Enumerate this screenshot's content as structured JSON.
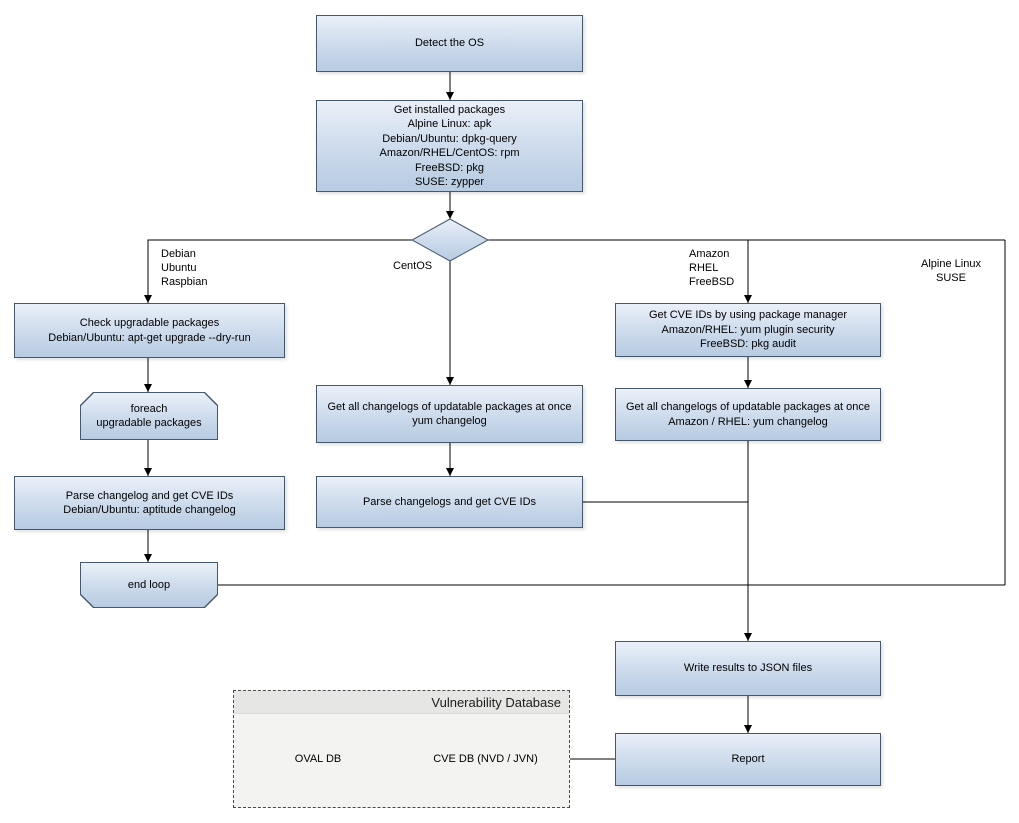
{
  "nodes": {
    "detect": {
      "label": "Detect the OS"
    },
    "installed": {
      "label": "Get installed packages\nAlpine Linux: apk\nDebian/Ubuntu: dpkg-query\nAmazon/RHEL/CentOS: rpm\nFreeBSD: pkg\nSUSE: zypper"
    },
    "check_upgradable": {
      "label": "Check upgradable packages\nDebian/Ubuntu: apt-get upgrade --dry-run"
    },
    "foreach": {
      "label": "foreach\nupgradable packages"
    },
    "parse_changelog_deb": {
      "label": "Parse changelog and get CVE IDs\nDebian/Ubuntu: aptitude changelog"
    },
    "end_loop": {
      "label": "end loop"
    },
    "changelogs_centos": {
      "label": "Get all changelogs of updatable packages at once\nyum changelog"
    },
    "parse_changelogs_centos": {
      "label": "Parse changelogs and get CVE IDs"
    },
    "get_cve_pkg_mgr": {
      "label": "Get CVE IDs by using package manager\nAmazon/RHEL: yum plugin security\nFreeBSD: pkg audit"
    },
    "changelogs_amazon": {
      "label": "Get all changelogs of updatable packages at once\nAmazon / RHEL: yum changelog"
    },
    "write_results": {
      "label": "Write results to JSON files"
    },
    "report": {
      "label": "Report"
    }
  },
  "edge_labels": {
    "debian": "Debian\nUbuntu\nRaspbian",
    "centos": "CentOS",
    "amazon": "Amazon\nRHEL\nFreeBSD",
    "alpine": "Alpine Linux\nSUSE"
  },
  "database": {
    "title": "Vulnerability Database",
    "oval_db": "OVAL DB",
    "cve_db": "CVE DB (NVD / JVN)"
  },
  "colors": {
    "node_fill_top": "#eaf0f8",
    "node_fill_bottom": "#b7cbe2",
    "node_border": "#46586c",
    "edge_line": "#000000",
    "group_background": "#f3f4f2",
    "group_header": "#e6e7e5"
  }
}
